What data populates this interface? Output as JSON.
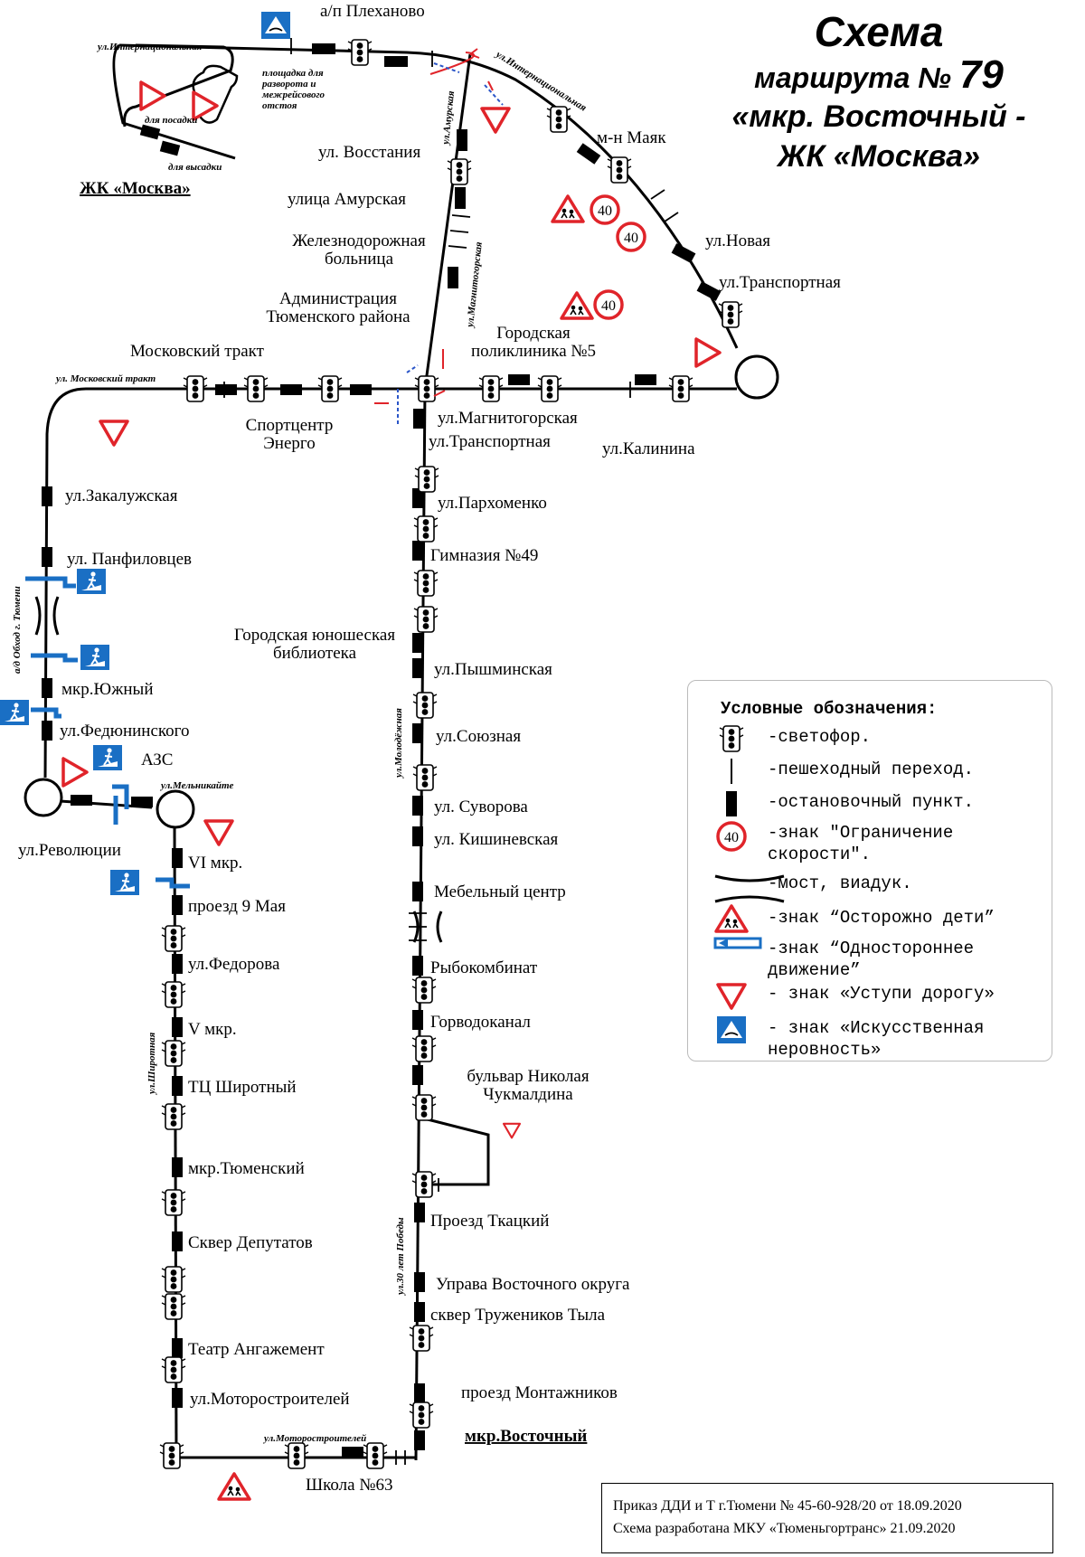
{
  "title": {
    "line1": "Схема",
    "line2_prefix": "маршрута №",
    "route_number": "79",
    "line3": "«мкр. Восточный -",
    "line4": "ЖК «Москва»"
  },
  "places": {
    "plekhanovo": "а/п Плеханово",
    "turn_area": "площадка для\nразворота и\nмежрейсового\nотстоя",
    "boarding": "для посадки",
    "alighting": "для высадки",
    "zhk_moskva": "ЖК «Москва»",
    "vosstaniya": "ул. Восстания",
    "amurskaya": "улица Амурская",
    "zhd_hospital": "Железнодорожная\nбольница",
    "administration": "Администрация\nТюменского района",
    "moskovsky_trakt": "Московский тракт",
    "sportcenter": "Спортцентр\nЭнерго",
    "magnitogorskaya_stop": "ул.Магнитогорская",
    "transportnaya_stop": "ул.Транспортная",
    "polyclinic": "Городская\nполиклиника №5",
    "kalinina": "ул.Калинина",
    "mayak": "м-н Маяк",
    "novaya": "ул.Новая",
    "transportnaya_ring": "ул.Транспортная",
    "zakaluzhskaya": "ул.Закалужская",
    "panfilovtsev": "ул. Панфиловцев",
    "yuzhny": "мкр.Южный",
    "fedyuninskogo": "ул.Федюнинского",
    "azs": "АЗС",
    "revolyutsii": "ул.Революции",
    "vi_mkr": "VI мкр.",
    "proezd_9_maya": "проезд 9 Мая",
    "fedorova": "ул.Федорова",
    "v_mkr": "V мкр.",
    "tc_shirotny": "ТЦ Широтный",
    "tyumensky": "мкр.Тюменский",
    "skver_deputatov": "Сквер Депутатов",
    "teatr": "Театр Ангажемент",
    "motorostroiteley_stop": "ул.Моторостроителей",
    "school63": "Школа №63",
    "parkhomenko": "ул.Пархоменко",
    "gymnasium49": "Гимназия №49",
    "library": "Городская юношеская\nбиблиотека",
    "pyshminskaya": "ул.Пышминская",
    "soyuznaya": "ул.Союзная",
    "suvorova": "ул. Суворова",
    "kishinevskaya": "ул. Кишиневская",
    "mebelny": "Мебельный центр",
    "rybokombinat": "Рыбокомбинат",
    "gorvodokanal": "Горводоканал",
    "chukmaldina": "бульвар Николая\nЧукмалдина",
    "tkatsky": "Проезд Ткацкий",
    "uprava": "Управа Восточного округа",
    "truzhenikov": "сквер Тружеников Тыла",
    "montazhnikov": "проезд Монтажников",
    "vostochny": "мкр.Восточный"
  },
  "streets": {
    "internatsionalnaya_top": "ул.Интернациональная",
    "internatsionalnaya_diag": "ул.Интернациональная",
    "amurskaya": "ул.Амурская",
    "magnitogorskaya": "ул.Магнитогорская",
    "moskovsky_trakt": "ул. Московский тракт",
    "obkhod": "а/д Обход г. Тюмени",
    "melnikaite": "ул.Мельникайте",
    "shirotnaya": "ул.Широтная",
    "motorostroiteley": "ул.Моторостроителей",
    "molodezhnaya": "ул.Молодёжная",
    "pobedy": "ул.30 лет Победы"
  },
  "speed_limit": "40",
  "legend": {
    "header": "Условные обозначения:",
    "items": [
      {
        "icon": "traffic-light-icon",
        "text": "-светофор."
      },
      {
        "icon": "crosswalk-icon",
        "text": "-пешеходный переход."
      },
      {
        "icon": "bus-stop-icon",
        "text": "-остановочный пункт."
      },
      {
        "icon": "speed-limit-icon",
        "text": "-знак \"Ограничение\n     скорости\"."
      },
      {
        "icon": "bridge-icon",
        "text": "-мост, виадук."
      },
      {
        "icon": "children-sign-icon",
        "text": "-знак “Осторожно дети”"
      },
      {
        "icon": "one-way-icon",
        "text": "-знак “Одностороннее\n        движение”"
      },
      {
        "icon": "yield-sign-icon",
        "text": " - знак «Уступи дорогу»"
      },
      {
        "icon": "speed-bump-icon",
        "text": " - знак «Искусственная\nнеровность»"
      }
    ]
  },
  "footer": {
    "line1": "Приказ ДДИ и Т г.Тюмени № 45-60-928/20 от 18.09.2020",
    "line2": "Схема разработана МКУ «Тюменьгортранс» 21.09.2020"
  },
  "colors": {
    "route": "#000000",
    "sign_red": "#e0242a",
    "sign_blue": "#1a6fc4",
    "arrow_red": "#e0242a",
    "arrow_blue": "#2a55c8"
  }
}
